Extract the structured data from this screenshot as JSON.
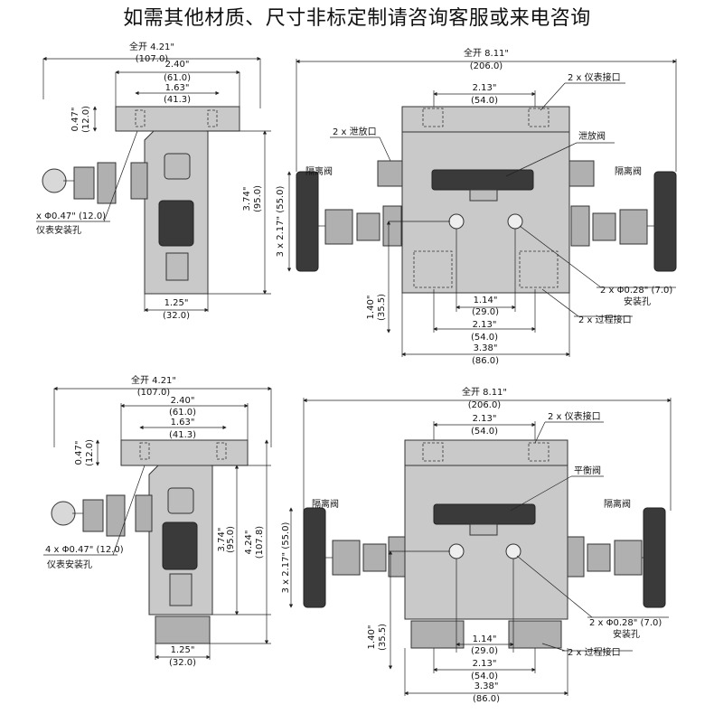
{
  "title": "如需其他材质、尺寸非标定制请咨询客服或来电咨询",
  "top_left": {
    "overall_width": "全开 4.21\"",
    "overall_width_mm": "(107.0)",
    "w240": "2.40\"",
    "w240_mm": "(61.0)",
    "w163": "1.63\"",
    "w163_mm": "(41.3)",
    "h047": "0.47\"",
    "h047_mm": "(12.0)",
    "h374": "3.74\"",
    "h374_mm": "(95.0)",
    "w125": "1.25\"",
    "w125_mm": "(32.0)",
    "hole_note": "x Φ0.47\" (12.0)",
    "hole_label": "仪表安装孔"
  },
  "top_right": {
    "overall_width": "全开 8.11\"",
    "overall_width_mm": "(206.0)",
    "w213": "2.13\"",
    "w213_mm": "(54.0)",
    "gauge_port": "2 x 仪表接口",
    "vent_port": "2 x 泄放口",
    "vent_valve": "泄放阀",
    "iso_valve_left": "隔离阀",
    "iso_valve_right": "隔离阀",
    "h217": "3 x 2.17\" (55.0)",
    "h140": "1.40\"",
    "h140_mm": "(35.5)",
    "w114": "1.14\"",
    "w114_mm": "(29.0)",
    "w213b": "2.13\"",
    "w213b_mm": "(54.0)",
    "w338": "3.38\"",
    "w338_mm": "(86.0)",
    "mount_hole": "2 x Φ0.28\" (7.0)",
    "mount_hole_label": "安装孔",
    "process_port": "2 x 过程接口"
  },
  "bottom_left": {
    "overall_width": "全开 4.21\"",
    "overall_width_mm": "(107.0)",
    "w240": "2.40\"",
    "w240_mm": "(61.0)",
    "w163": "1.63\"",
    "w163_mm": "(41.3)",
    "h047": "0.47\"",
    "h047_mm": "(12.0)",
    "h374": "3.74\"",
    "h374_mm": "(95.0)",
    "h424": "4.24\"",
    "h424_mm": "(107.8)",
    "w125": "1.25\"",
    "w125_mm": "(32.0)",
    "hole_note": "4 x Φ0.47\" (12.0)",
    "hole_label": "仪表安装孔"
  },
  "bottom_right": {
    "overall_width": "全开 8.11\"",
    "overall_width_mm": "(206.0)",
    "w213": "2.13\"",
    "w213_mm": "(54.0)",
    "gauge_port": "2 x 仪表接口",
    "balance_valve": "平衡阀",
    "iso_valve_left": "隔离阀",
    "iso_valve_right": "隔离阀",
    "h217": "3 x 2.17\" (55.0)",
    "h140": "1.40\"",
    "h140_mm": "(35.5)",
    "w114": "1.14\"",
    "w114_mm": "(29.0)",
    "w213b": "2.13\"",
    "w213b_mm": "(54.0)",
    "w338": "3.38\"",
    "w338_mm": "(86.0)",
    "mount_hole": "2 x Φ0.28\" (7.0)",
    "mount_hole_label": "安装孔",
    "process_port": "2 x 过程接口"
  }
}
